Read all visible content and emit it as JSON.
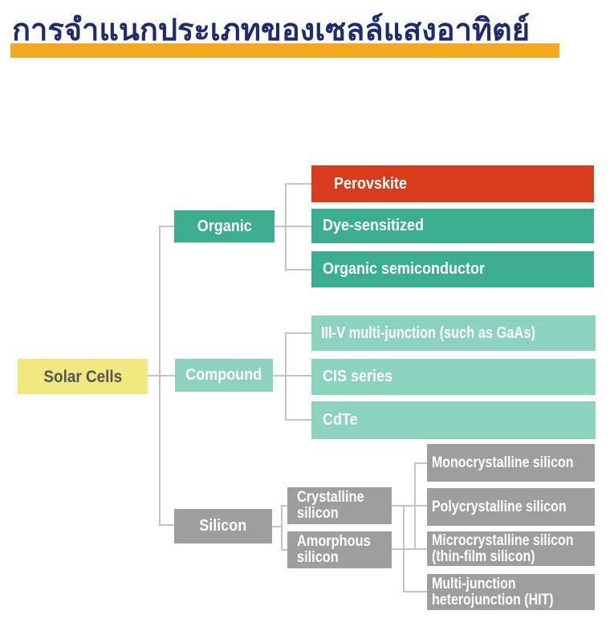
{
  "title": "การจำแนกประเภทของเซลล์แสงอาทิตย์",
  "colors": {
    "title_text": "#1F2B6E",
    "title_highlight": "#F5A91F",
    "teal": "#3BAE90",
    "light_teal": "#8CD3BD",
    "red": "#D93B1D",
    "yellow": "#F0E87E",
    "gray": "#9E9E9E",
    "connector": "#C4C4C4"
  },
  "tree": {
    "root": {
      "label": "Solar Cells"
    },
    "organic": {
      "label": "Organic",
      "children": [
        {
          "label": "Perovskite"
        },
        {
          "label": "Dye-sensitized"
        },
        {
          "label": "Organic semiconductor"
        }
      ]
    },
    "compound": {
      "label": "Compound",
      "children": [
        {
          "label": "III-V multi-junction (such as GaAs)"
        },
        {
          "label": "CIS series"
        },
        {
          "label": "CdTe"
        }
      ]
    },
    "silicon": {
      "label": "Silicon",
      "subgroups": [
        {
          "label": "Crystalline\nsilicon"
        },
        {
          "label": "Amorphous\nsilicon"
        }
      ],
      "children": [
        {
          "label": "Monocrystalline silicon"
        },
        {
          "label": "Polycrystalline silicon"
        },
        {
          "label": "Microcrystalline silicon\n(thin-film silicon)"
        },
        {
          "label": "Multi-junction\nheterojunction (HIT)"
        }
      ]
    }
  }
}
